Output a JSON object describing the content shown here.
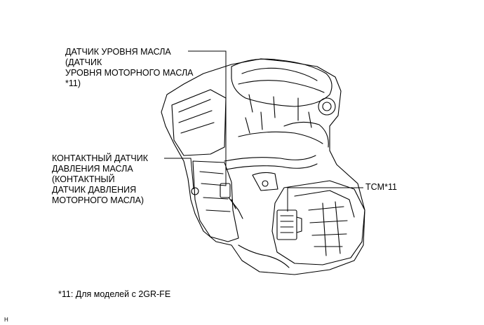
{
  "labels": {
    "oil_level_sensor": [
      "ДАТЧИК УРОВНЯ МАСЛА",
      "(ДАТЧИК",
      "УРОВНЯ МОТОРНОГО МАСЛА",
      "*11)"
    ],
    "oil_pressure_switch": [
      "КОНТАКТНЫЙ ДАТЧИК",
      "ДАВЛЕНИЯ МАСЛА",
      "(КОНТАКТНЫЙ",
      "ДАТЧИК ДАВЛЕНИЯ",
      "МОТОРНОГО МАСЛА)"
    ],
    "tcm": "TCM*11"
  },
  "footnote": "*11: Для моделей с 2GR-FE",
  "corner_mark": "H"
}
